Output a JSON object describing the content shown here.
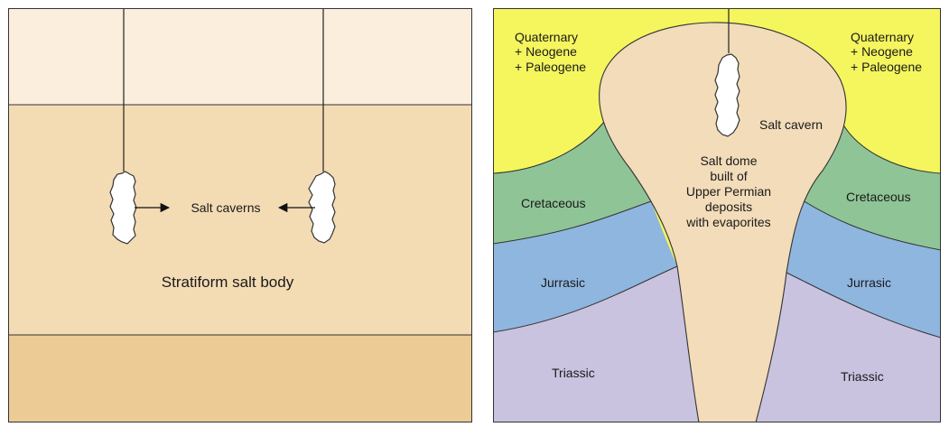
{
  "left_panel": {
    "label_caverns": "Salt caverns",
    "label_body": "Stratiform salt body",
    "colors": {
      "top": "#fbeedd",
      "middle": "#f3dbb4",
      "bottom": "#eccb95"
    }
  },
  "right_panel": {
    "label_quaternary_left": [
      "Quaternary",
      "+ Neogene",
      "+ Paleogene"
    ],
    "label_quaternary_right": [
      "Quaternary",
      "+ Neogene",
      "+ Paleogene"
    ],
    "label_cavern": "Salt cavern",
    "label_dome": [
      "Salt dome",
      "built of",
      "Upper Permian",
      "deposits",
      "with evaporites"
    ],
    "label_cretaceous_left": "Cretaceous",
    "label_cretaceous_right": "Cretaceous",
    "label_jurassic_left": "Jurrasic",
    "label_jurassic_right": "Jurrasic",
    "label_triassic_left": "Triassic",
    "label_triassic_right": "Triassic",
    "colors": {
      "quaternary": "#f5f55e",
      "cretaceous": "#8fc496",
      "jurassic": "#8fb6df",
      "triassic": "#c9c3e0",
      "salt": "#f2dcb9"
    }
  }
}
